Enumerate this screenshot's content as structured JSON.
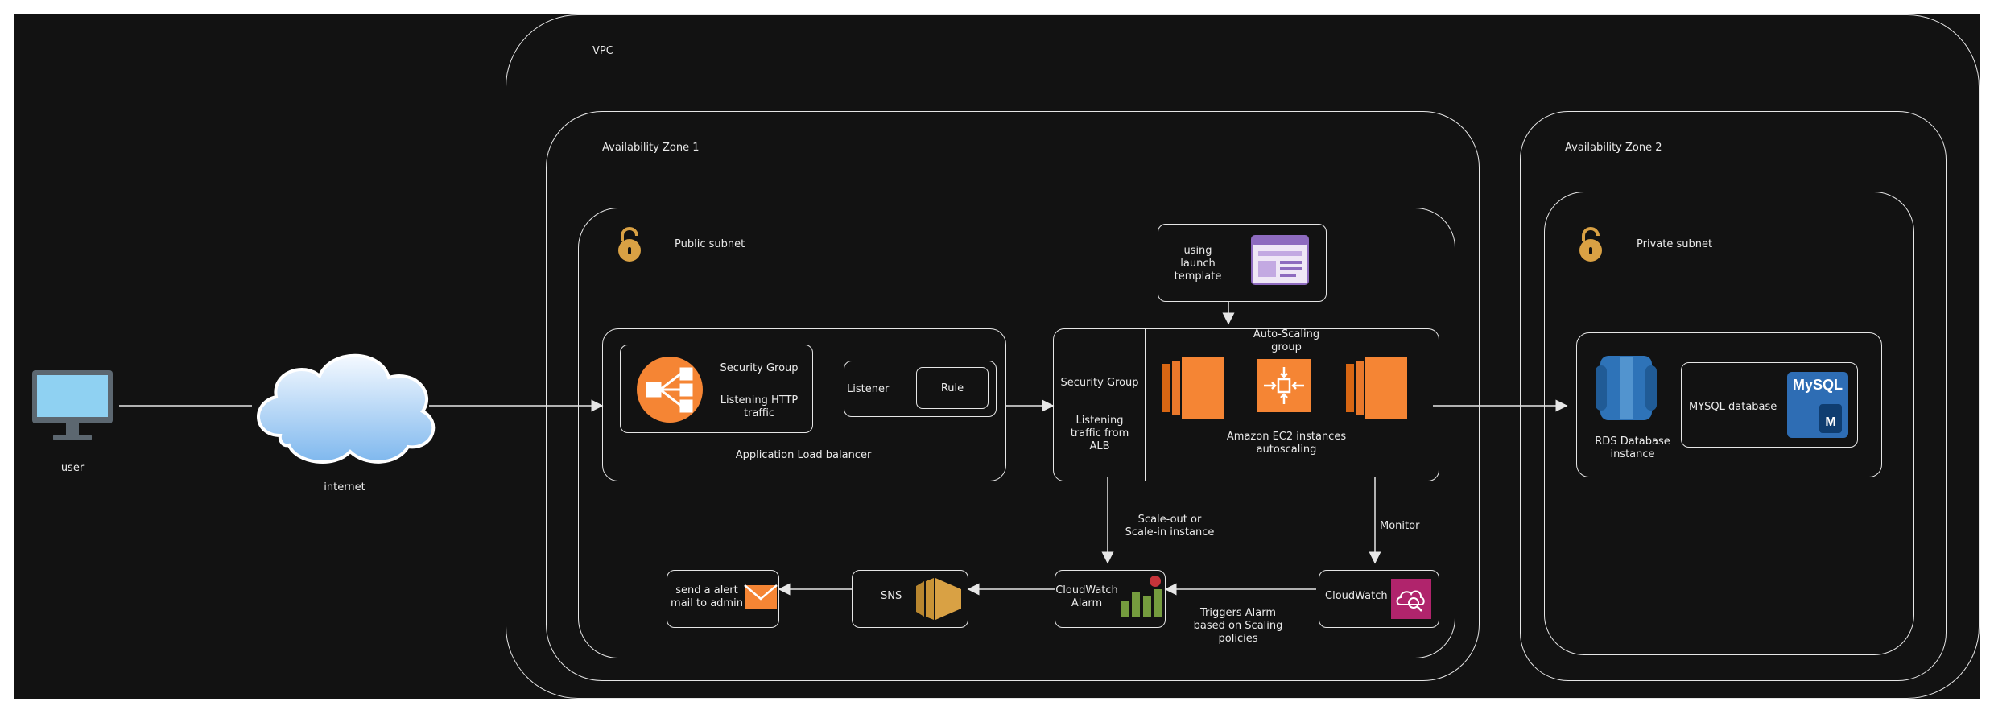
{
  "vpc": {
    "label": "VPC"
  },
  "az1": {
    "label": "Availability  Zone 1"
  },
  "az2": {
    "label": "Availability  Zone 2"
  },
  "public_subnet": {
    "label": "Public subnet"
  },
  "private_subnet": {
    "label": "Private subnet"
  },
  "user": {
    "label": "user"
  },
  "internet": {
    "label": "internet"
  },
  "alb": {
    "label": "Application Load balancer",
    "security_group": "Security Group",
    "listening": [
      "Listening HTTP",
      "traffic"
    ],
    "listener": "Listener",
    "rule": "Rule"
  },
  "launch_template": {
    "label": [
      "using",
      "launch",
      "template"
    ]
  },
  "asg": {
    "label": [
      "Auto-Scaling",
      "group"
    ],
    "security_group": "Security Group",
    "listening": [
      "Listening",
      "traffic from",
      "ALB"
    ],
    "ec2_label": [
      "Amazon EC2 instances",
      "autoscaling"
    ]
  },
  "rds": {
    "label": [
      "RDS Database",
      "instance"
    ],
    "mysql_label": "MYSQL database",
    "mysql_logo": "MySQL",
    "mysql_badge": "M"
  },
  "edges": {
    "scale": [
      "Scale-out or",
      "Scale-in instance"
    ],
    "monitor": "Monitor",
    "triggers": [
      "Triggers Alarm",
      "based on Scaling",
      "policies"
    ]
  },
  "cloudwatch": {
    "label": "CloudWatch"
  },
  "alarm": {
    "label": [
      "CloudWatch",
      "Alarm"
    ]
  },
  "sns": {
    "label": "SNS"
  },
  "mail": {
    "label": [
      "send a alert",
      "mail to admin"
    ]
  },
  "colors": {
    "background": "#121212",
    "line": "#e6e6e6",
    "aws_orange": "#f58534",
    "lock": "#d9a144",
    "rds_blue": "#2e73b8",
    "cloudwatch_pink": "#b0246c",
    "alarm_green": "#759c3e"
  }
}
